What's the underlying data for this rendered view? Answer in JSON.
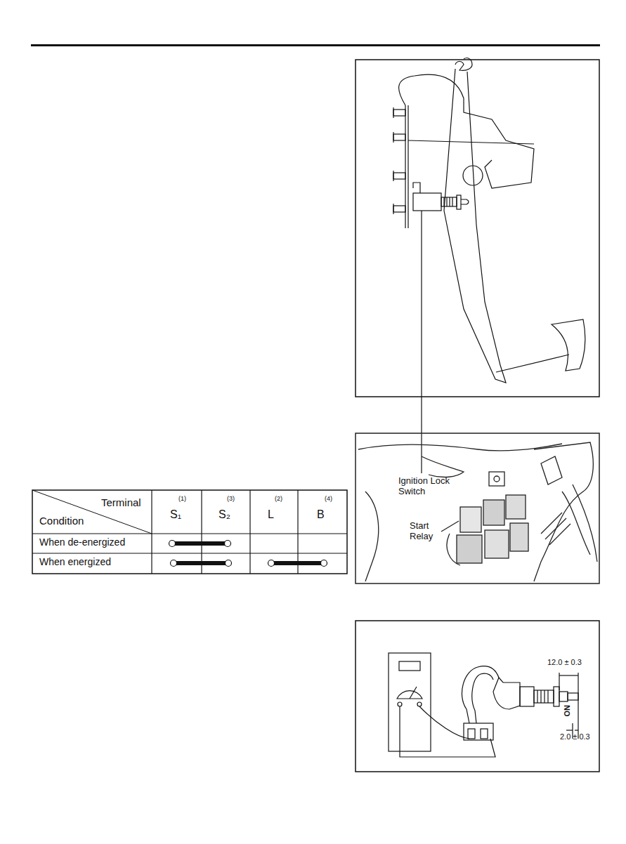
{
  "diagram": {
    "labels": [
      "Ignition Lock Switch",
      "Terminal",
      "Condition",
      "S₁",
      "(1)",
      "S₂",
      "(3)",
      "L",
      "(2)",
      "B",
      "(4)",
      "When de-energized",
      "When energized",
      "Start Relay",
      "12.0 ± 0.3",
      "ON",
      "2.0 ± 0.3"
    ]
  }
}
